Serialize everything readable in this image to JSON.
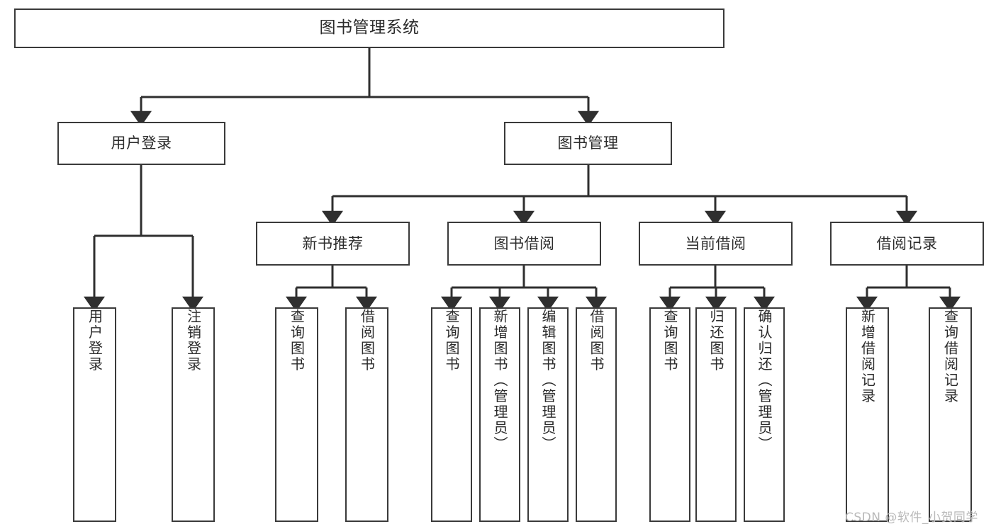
{
  "diagram": {
    "title": "图书管理系统",
    "type": "tree-hierarchy-diagram",
    "colors": {
      "background": "#ffffff",
      "box_border": "#3a3a3a",
      "box_fill": "#ffffff",
      "text": "#2b2b2b",
      "connector": "#2f2f2f",
      "watermark": "#b9b9b9"
    },
    "nodes": {
      "root": {
        "label": "图书管理系统"
      },
      "level1": [
        {
          "label": "用户登录"
        },
        {
          "label": "图书管理"
        }
      ],
      "level2": [
        {
          "label": "新书推荐"
        },
        {
          "label": "图书借阅"
        },
        {
          "label": "当前借阅"
        },
        {
          "label": "借阅记录"
        }
      ],
      "leaves": {
        "user_login": [
          {
            "label": "用户登录"
          },
          {
            "label": "注销登录"
          }
        ],
        "new_book_recommend": [
          {
            "label": "查询图书"
          },
          {
            "label": "借阅图书"
          }
        ],
        "book_borrow": [
          {
            "label": "查询图书"
          },
          {
            "label": "新增图书（管理员）"
          },
          {
            "label": "编辑图书（管理员）"
          },
          {
            "label": "借阅图书"
          }
        ],
        "current_borrow": [
          {
            "label": "查询图书"
          },
          {
            "label": "归还图书"
          },
          {
            "label": "确认归还（管理员）"
          }
        ],
        "borrow_record": [
          {
            "label": "新增借阅记录"
          },
          {
            "label": "查询借阅记录"
          }
        ]
      }
    },
    "watermark": "CSDN @软件_小贺同学"
  }
}
